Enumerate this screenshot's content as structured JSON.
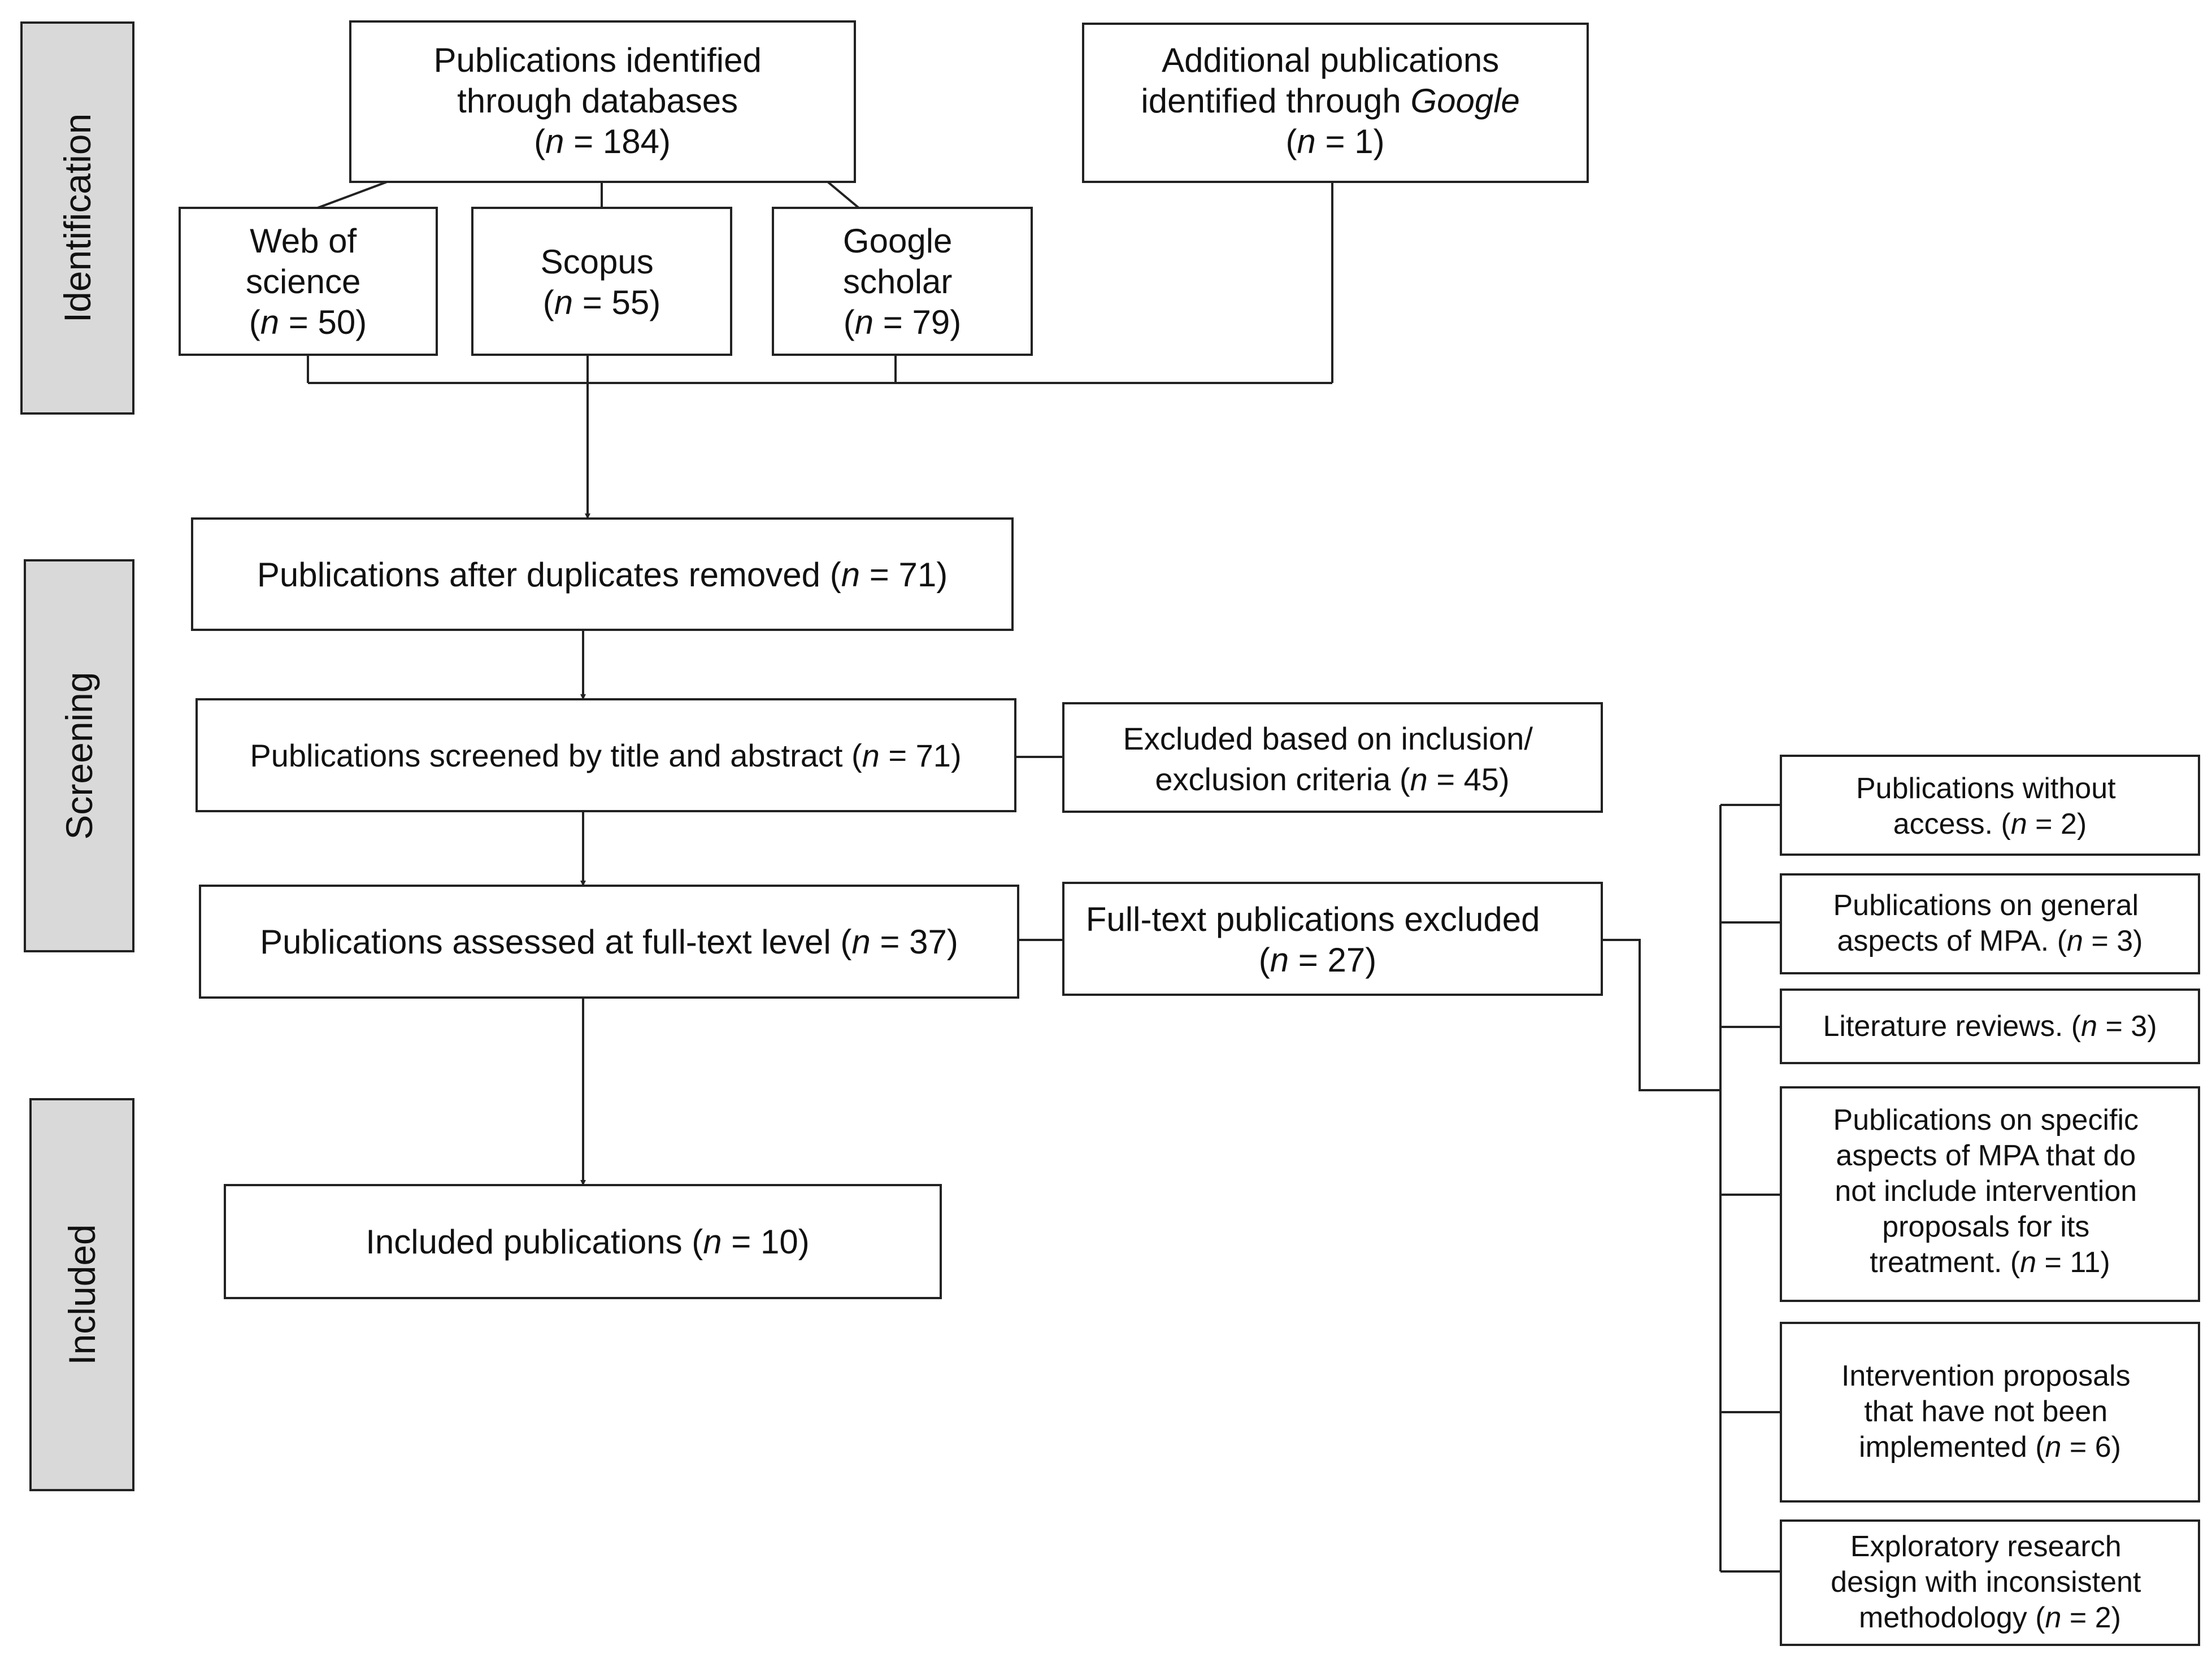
{
  "stages": {
    "identification": "Identification",
    "screening": "Screening",
    "included": "Included"
  },
  "n_label": "n",
  "boxes": {
    "databases": {
      "lines": [
        "Publications identified",
        "through databases"
      ],
      "count": "184"
    },
    "google_additional": {
      "lines": [
        "Additional publications"
      ],
      "line2_prefix": "identified through ",
      "line2_italic": "Google",
      "count": "1"
    },
    "web_of_science": {
      "lines": [
        "Web of",
        "science"
      ],
      "count": "50"
    },
    "scopus": {
      "lines": [
        "Scopus"
      ],
      "count": "55"
    },
    "google_scholar": {
      "lines": [
        "Google",
        "scholar"
      ],
      "count": "79"
    },
    "after_duplicates": {
      "text": "Publications after duplicates removed",
      "count": "71"
    },
    "screened": {
      "text": "Publications screened by title and abstract",
      "count": "71"
    },
    "excluded_criteria": {
      "lines": [
        "Excluded based on inclusion/"
      ],
      "line2": "exclusion criteria",
      "count": "45"
    },
    "full_text_assessed": {
      "text": "Publications assessed at full-text level",
      "count": "37"
    },
    "full_text_excluded": {
      "lines": [
        "Full-text publications excluded"
      ],
      "count": "27"
    },
    "included": {
      "text": "Included publications",
      "count": "10"
    }
  },
  "exclusion_reasons": [
    {
      "lines": [
        "Publications without"
      ],
      "last_prefix": "access. ",
      "count": "2"
    },
    {
      "lines": [
        "Publications on general"
      ],
      "last_prefix": "aspects of MPA. ",
      "count": "3"
    },
    {
      "lines": [],
      "last_prefix": "Literature reviews. ",
      "count": "3"
    },
    {
      "lines": [
        "Publications on specific",
        "aspects of MPA that do",
        "not include intervention",
        "proposals for its"
      ],
      "last_prefix": "treatment. ",
      "count": "11"
    },
    {
      "lines": [
        "Intervention proposals",
        "that have not been"
      ],
      "last_prefix": "implemented ",
      "count": "6"
    },
    {
      "lines": [
        "Exploratory research",
        "design with inconsistent"
      ],
      "last_prefix": "methodology ",
      "count": "2"
    }
  ]
}
